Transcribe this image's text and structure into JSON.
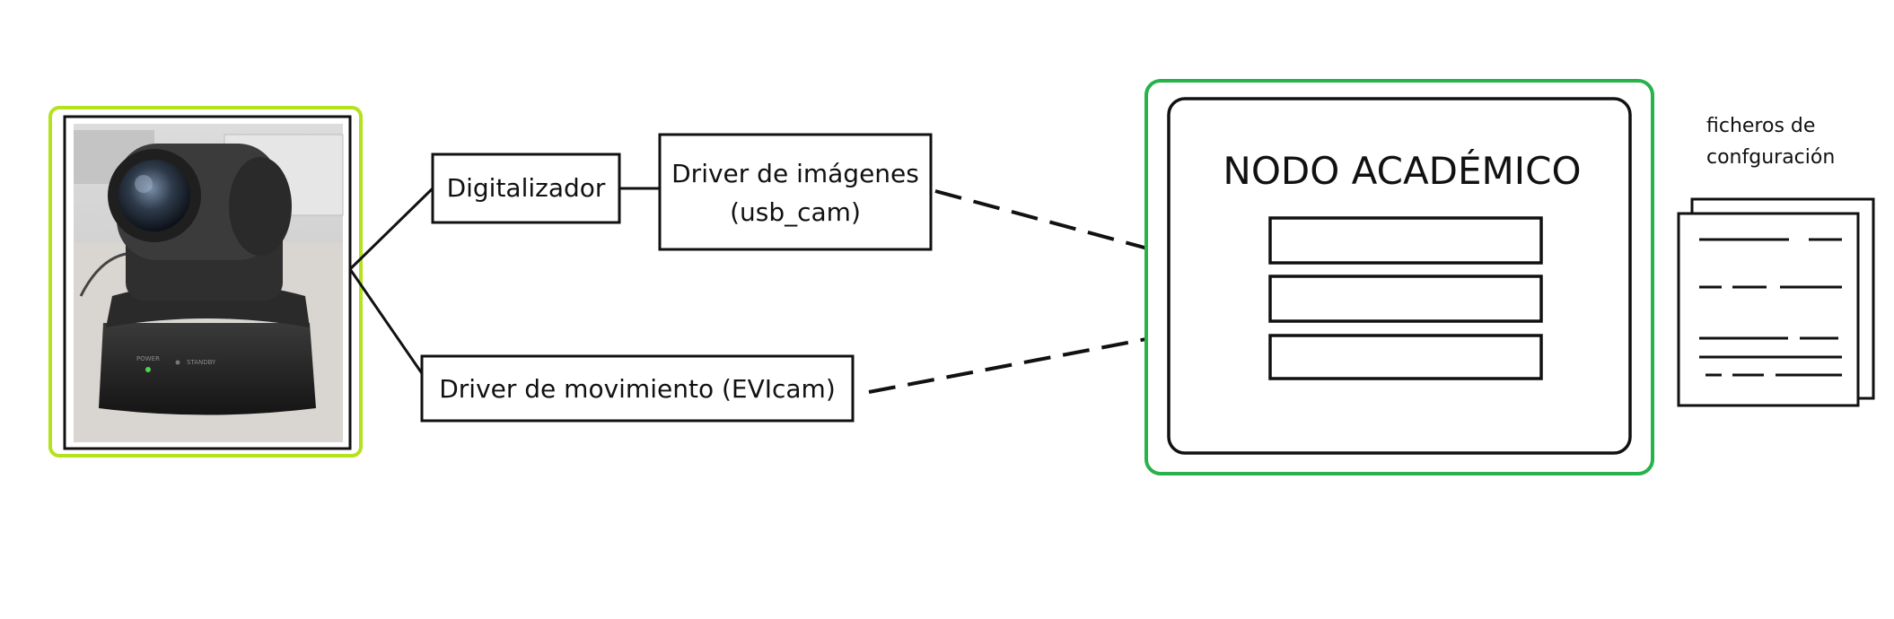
{
  "diagram": {
    "boxes": {
      "digitalizador": "Digitalizador",
      "driver_imagenes_line1": "Driver de imágenes",
      "driver_imagenes_line2": "(usb_cam)",
      "driver_movimiento": "Driver de movimiento (EVIcam)"
    },
    "nodo": {
      "title": "NODO ACADÉMICO",
      "inner_rows": 3
    },
    "files": {
      "line1": "ficheros de",
      "line2": "confguración"
    },
    "camera": {
      "panel_text_1": "POWER",
      "panel_text_2": "STANDBY"
    },
    "colors": {
      "camera_frame": "#b5e21c",
      "nodo_frame": "#27b24a",
      "stroke": "#111111"
    }
  }
}
